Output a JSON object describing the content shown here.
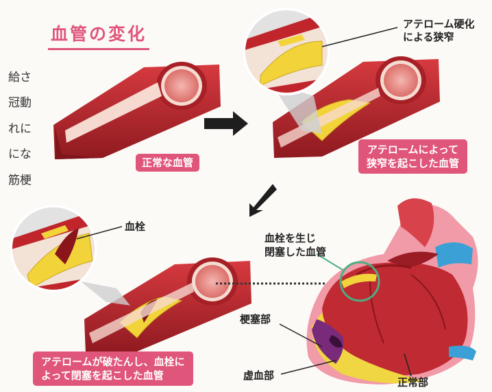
{
  "title": "血管の変化",
  "side_text": [
    "給さ",
    "冠動",
    "れに",
    "にな",
    "筋梗"
  ],
  "labels": {
    "normal_vessel": "正常な血管",
    "atheroma_stenosis_top": "アテローム硬化",
    "atheroma_stenosis_bottom": "による狭窄",
    "stenosis_vessel_line1": "アテロームによって",
    "stenosis_vessel_line2": "狭窄を起こした血管",
    "thrombus": "血栓",
    "occluded_line1": "アテロームが破たんし、血栓に",
    "occluded_line2": "よって閉塞を起こした血管",
    "heart_thrombus_line1": "血栓を生じ",
    "heart_thrombus_line2": "閉塞した血管",
    "infarct": "梗塞部",
    "ischemic": "虚血部",
    "normal_area": "正常部"
  },
  "colors": {
    "accent": "#e0557a",
    "vessel": "#b3202a",
    "plaque": "#f2d43a",
    "heart": "#c02a32",
    "aorta_blue": "#3aa0d6"
  }
}
